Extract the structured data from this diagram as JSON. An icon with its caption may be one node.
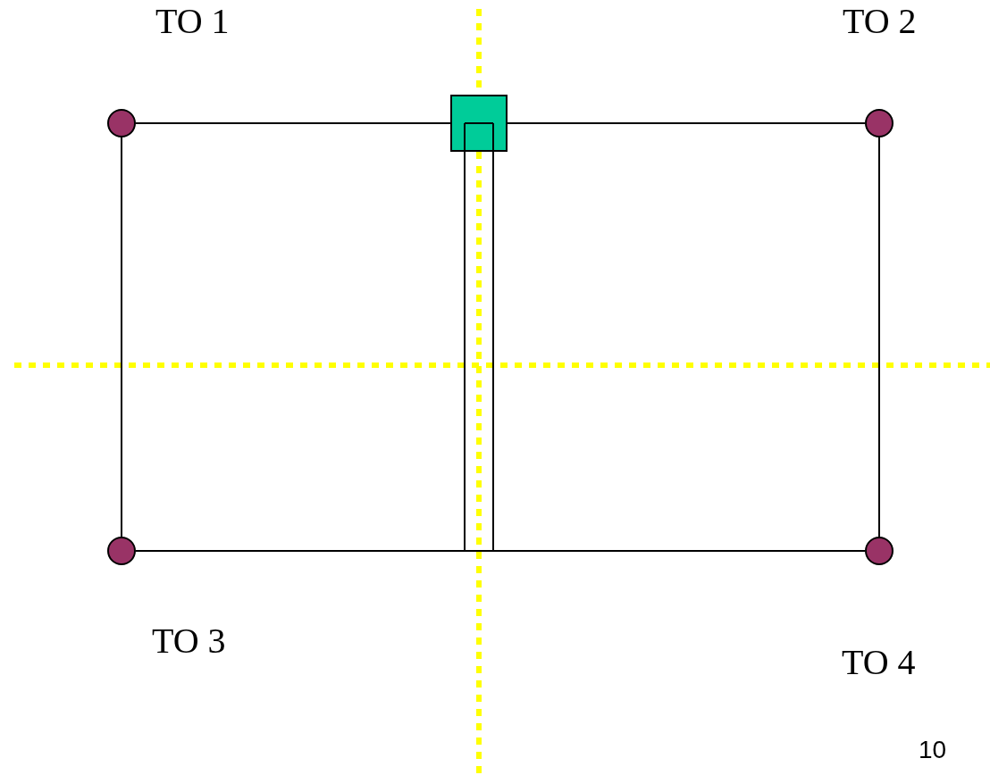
{
  "diagram": {
    "nodes": [
      {
        "text": [],
        "shape": "circle",
        "beside": [
          "TO 1"
        ]
      },
      {
        "text": [],
        "shape": "box"
      },
      {
        "text": [],
        "shape": "circle",
        "beside": [
          "TO 2"
        ]
      },
      {
        "text": [],
        "shape": "circle",
        "beside": [
          "TO 3"
        ]
      },
      {
        "text": [],
        "shape": "circle",
        "beside": [
          "TO 4"
        ]
      }
    ],
    "edges": [
      {
        "from": 0,
        "to": 1,
        "arrow": "none"
      },
      {
        "from": 1,
        "to": 2,
        "arrow": "none"
      },
      {
        "from": 0,
        "to": 3,
        "arrow": "none"
      },
      {
        "from": 2,
        "to": 4,
        "arrow": "none"
      },
      {
        "from": 3,
        "to": 4,
        "arrow": "none"
      }
    ],
    "labels": [
      "10"
    ]
  }
}
